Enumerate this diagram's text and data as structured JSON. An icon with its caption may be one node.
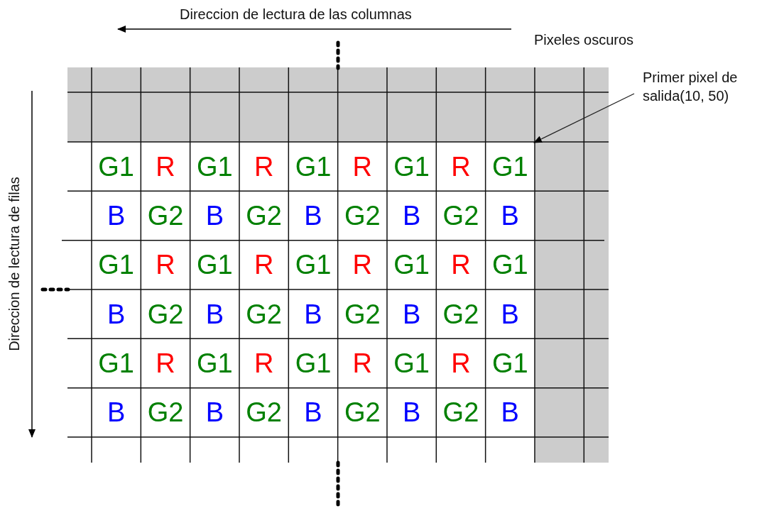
{
  "diagram": {
    "nodes": [
      {
        "text": [
          "Primer pixel de salida(10, 50)"
        ]
      },
      {
        "text": [
          "G1"
        ]
      },
      {
        "text": [
          "R"
        ]
      },
      {
        "text": [
          "G1"
        ]
      },
      {
        "text": [
          "R"
        ]
      },
      {
        "text": [
          "G1"
        ]
      },
      {
        "text": [
          "R"
        ]
      },
      {
        "text": [
          "G1"
        ]
      },
      {
        "text": [
          "R"
        ]
      },
      {
        "text": [
          "G1"
        ]
      },
      {
        "text": [
          "B"
        ]
      },
      {
        "text": [
          "G2"
        ]
      },
      {
        "text": [
          "B"
        ]
      },
      {
        "text": [
          "G2"
        ]
      },
      {
        "text": [
          "B"
        ]
      },
      {
        "text": [
          "G2"
        ]
      },
      {
        "text": [
          "B"
        ]
      },
      {
        "text": [
          "G2"
        ]
      },
      {
        "text": [
          "B"
        ]
      },
      {
        "text": [
          "G1"
        ]
      },
      {
        "text": [
          "R"
        ]
      },
      {
        "text": [
          "G1"
        ]
      },
      {
        "text": [
          "R"
        ]
      },
      {
        "text": [
          "G1"
        ]
      },
      {
        "text": [
          "R"
        ]
      },
      {
        "text": [
          "G1"
        ]
      },
      {
        "text": [
          "R"
        ]
      },
      {
        "text": [
          "G1"
        ]
      },
      {
        "text": [
          "B"
        ]
      },
      {
        "text": [
          "G2"
        ]
      },
      {
        "text": [
          "B"
        ]
      },
      {
        "text": [
          "G2"
        ]
      },
      {
        "text": [
          "B"
        ]
      },
      {
        "text": [
          "G2"
        ]
      },
      {
        "text": [
          "B"
        ]
      },
      {
        "text": [
          "G2"
        ]
      },
      {
        "text": [
          "B"
        ]
      },
      {
        "text": [
          "G1"
        ]
      },
      {
        "text": [
          "R"
        ]
      },
      {
        "text": [
          "G1"
        ]
      },
      {
        "text": [
          "R"
        ]
      },
      {
        "text": [
          "G1"
        ]
      },
      {
        "text": [
          "R"
        ]
      },
      {
        "text": [
          "G1"
        ]
      },
      {
        "text": [
          "R"
        ]
      },
      {
        "text": [
          "G1"
        ]
      },
      {
        "text": [
          "B"
        ]
      },
      {
        "text": [
          "G2"
        ]
      },
      {
        "text": [
          "B"
        ]
      },
      {
        "text": [
          "G2"
        ]
      },
      {
        "text": [
          "B"
        ]
      },
      {
        "text": [
          "G2"
        ]
      },
      {
        "text": [
          "B"
        ]
      },
      {
        "text": [
          "G2"
        ]
      },
      {
        "text": [
          "B"
        ]
      }
    ],
    "edges": [
      {
        "from": 0,
        "to": 9,
        "arrow": "to"
      }
    ],
    "labels": [
      "Direccion de lectura de las columnas",
      "Pixeles oscuros",
      "Direccion de lectura de filas"
    ]
  }
}
